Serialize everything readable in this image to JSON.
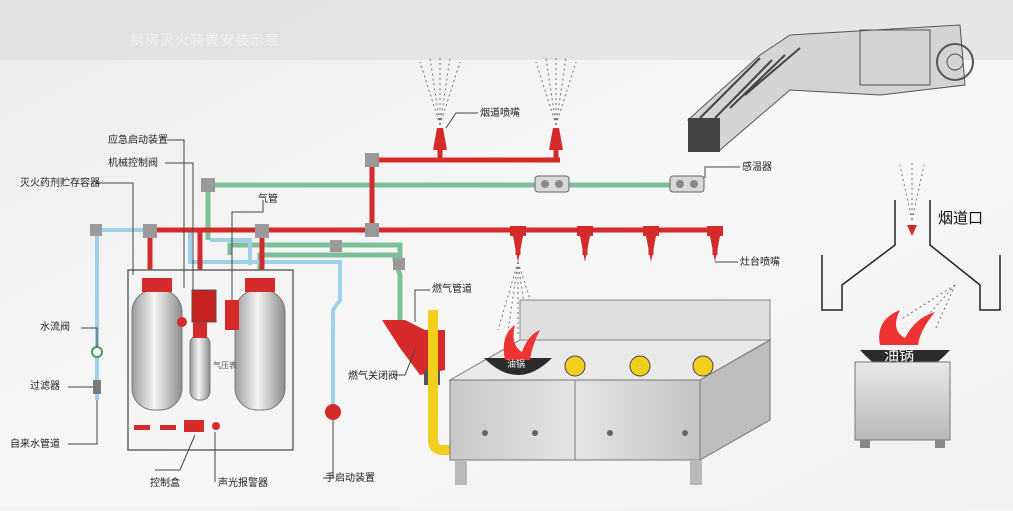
{
  "diagram": {
    "header_text": "厨房灭火装置安装示意",
    "labels": {
      "emergency_start": "应急启动装置",
      "mechanical_valve": "机械控制阀",
      "agent_storage": "灭火药剂贮存容器",
      "gas_pipe": "气管",
      "flue_nozzle": "烟道喷嘴",
      "temp_sensor": "感温器",
      "stove_nozzle": "灶台喷嘴",
      "water_valve": "水流阀",
      "filter": "过滤器",
      "tap_water_pipe": "自来水管道",
      "fuel_gas_pipe": "燃气管道",
      "gas_shutoff_valve": "燃气关闭阀",
      "manual_start": "手启动装置",
      "control_box": "控制盒",
      "alarm": "声光报警器",
      "pressure_cylinder": "气压表",
      "pot_main": "油锅",
      "pot_detail": "油锅",
      "flue_opening": "烟道口"
    },
    "colors": {
      "agent_pipe": "#d42a2a",
      "gas_pipe": "#7cc09a",
      "water_pipe": "#9fd0ea",
      "fuel_pipe": "#f2cf1f",
      "equipment": "#cfcfcf"
    }
  }
}
